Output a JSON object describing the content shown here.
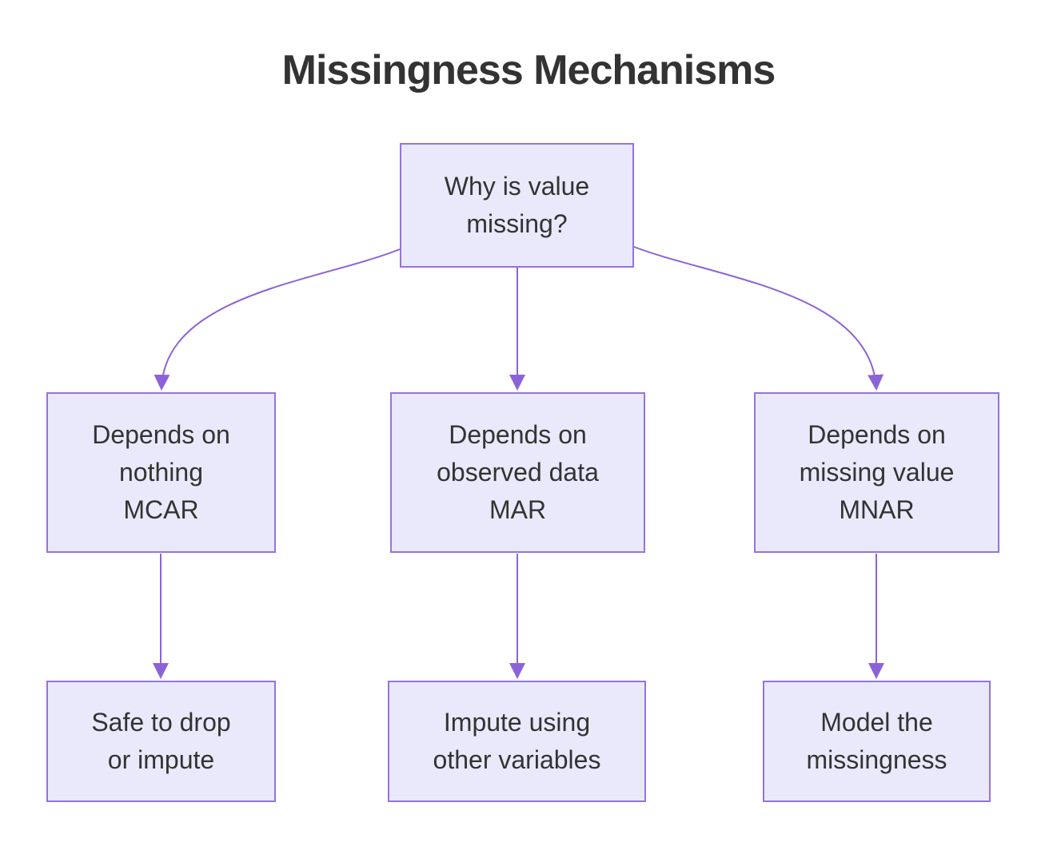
{
  "title": "Missingness Mechanisms",
  "colors": {
    "background": "#ffffff",
    "node_fill": "#E9E9FB",
    "node_border": "#9673DB",
    "edge": "#8C63D6",
    "text": "#333333",
    "title_text": "#333333"
  },
  "diagram": {
    "nodes": {
      "root": {
        "lines": [
          "Why is value",
          "missing?"
        ]
      },
      "mcar": {
        "lines": [
          "Depends on",
          "nothing",
          "MCAR"
        ]
      },
      "mar": {
        "lines": [
          "Depends on",
          "observed data",
          "MAR"
        ]
      },
      "mnar": {
        "lines": [
          "Depends on",
          "missing value",
          "MNAR"
        ]
      },
      "mcar_action": {
        "lines": [
          "Safe to drop",
          "or impute"
        ]
      },
      "mar_action": {
        "lines": [
          "Impute using",
          "other variables"
        ]
      },
      "mnar_action": {
        "lines": [
          "Model the",
          "missingness"
        ]
      }
    },
    "edges": [
      {
        "from": "Why is value missing?",
        "to": "Depends on nothing MCAR"
      },
      {
        "from": "Why is value missing?",
        "to": "Depends on observed data MAR"
      },
      {
        "from": "Why is value missing?",
        "to": "Depends on missing value MNAR"
      },
      {
        "from": "Depends on nothing MCAR",
        "to": "Safe to drop or impute"
      },
      {
        "from": "Depends on observed data MAR",
        "to": "Impute using other variables"
      },
      {
        "from": "Depends on missing value MNAR",
        "to": "Model the missingness"
      }
    ]
  }
}
